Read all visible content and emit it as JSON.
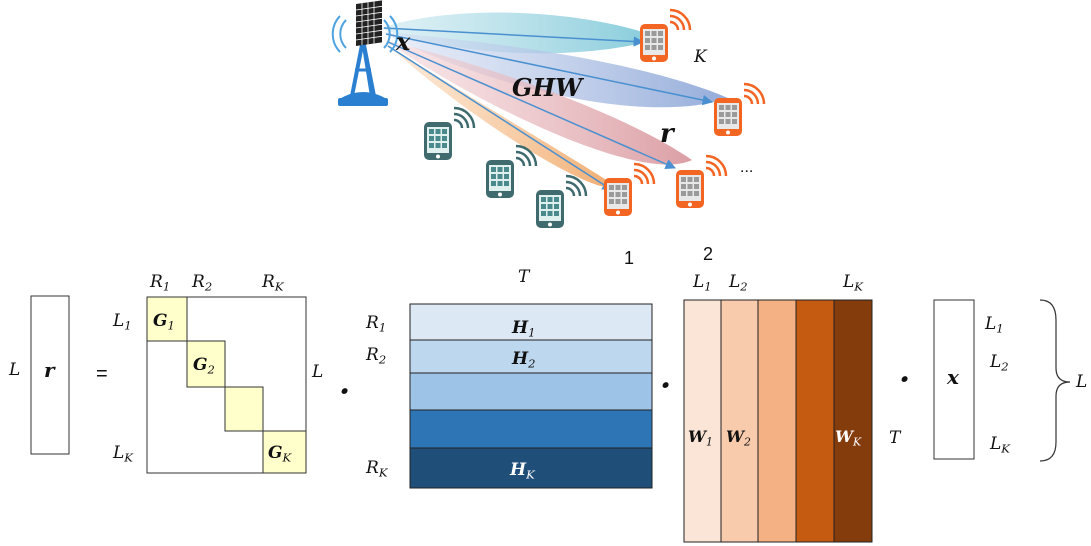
{
  "scene": {
    "bs_signal_label": "x",
    "channel_label": "GHW",
    "received_label": "r",
    "user_k_label": "K",
    "ellipsis": "...",
    "user_1_label": "1",
    "user_2_label": "2"
  },
  "equation": {
    "r_vector": {
      "symbol": "r",
      "dim_label": "L"
    },
    "equals": "=",
    "dot": "·",
    "g_matrix": {
      "col_labels": [
        "R_1",
        "R_2",
        "R_K"
      ],
      "row_labels": [
        "L_1",
        "L_K"
      ],
      "right_label": "L",
      "blocks": [
        "G_1",
        "G_2",
        "",
        "G_K"
      ]
    },
    "h_matrix": {
      "top_label": "T",
      "row_labels": [
        "R_1",
        "R_2",
        "R_K"
      ],
      "blocks": [
        "H_1",
        "H_2",
        "",
        "",
        "H_K"
      ]
    },
    "w_matrix": {
      "col_labels": [
        "L_1",
        "L_2",
        "L_K"
      ],
      "blocks": [
        "W_1",
        "W_2",
        "",
        "",
        "W_K"
      ],
      "side_label": "T"
    },
    "x_vector": {
      "symbol": "x",
      "row_labels": [
        "L_1",
        "L_2",
        "L_K"
      ],
      "brace_label": "L"
    }
  },
  "colors": {
    "beam_cyan": "#7ec8d8",
    "beam_blue": "#8fa8d8",
    "beam_pink": "#d99aa0",
    "beam_orange": "#f0a868",
    "arrow": "#4a90d0",
    "tower_blue": "#2b7fd0",
    "phone_orange": "#f26522",
    "phone_teal": "#3f6b6e",
    "g_block": "#ffffcc",
    "h_blues": [
      "#dce8f4",
      "#bdd7ee",
      "#9dc3e6",
      "#2e75b6",
      "#1f4e79"
    ],
    "w_oranges": [
      "#fbe5d6",
      "#f8cbad",
      "#f4b183",
      "#c55a11",
      "#843c0c"
    ]
  }
}
